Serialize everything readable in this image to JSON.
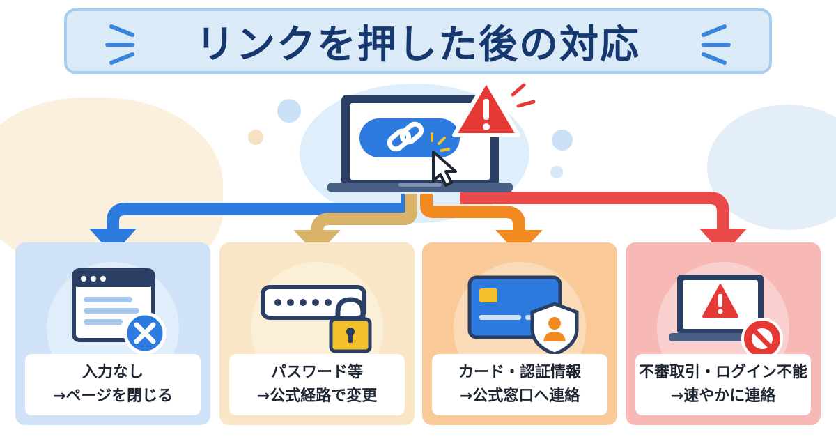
{
  "title": "リンクを押した後の対応",
  "colors": {
    "blue": "#2e7be0",
    "tan": "#d9b36a",
    "orange": "#f28a22",
    "red": "#ea4a4a",
    "navy": "#17386f"
  },
  "cards": [
    {
      "line1": "入力なし",
      "line2": "→ページを閉じる",
      "icon": "browser-window-close-icon"
    },
    {
      "line1": "パスワード等",
      "line2": "→公式経路で変更",
      "icon": "password-lock-icon"
    },
    {
      "line1": "カード・認証情報",
      "line2": "→公式窓口へ連絡",
      "icon": "credit-card-shield-icon"
    },
    {
      "line1": "不審取引・ログイン不能",
      "line2": "→速やかに連絡",
      "icon": "laptop-warning-prohibited-icon"
    }
  ],
  "center_icon": "laptop-link-warning-icon"
}
